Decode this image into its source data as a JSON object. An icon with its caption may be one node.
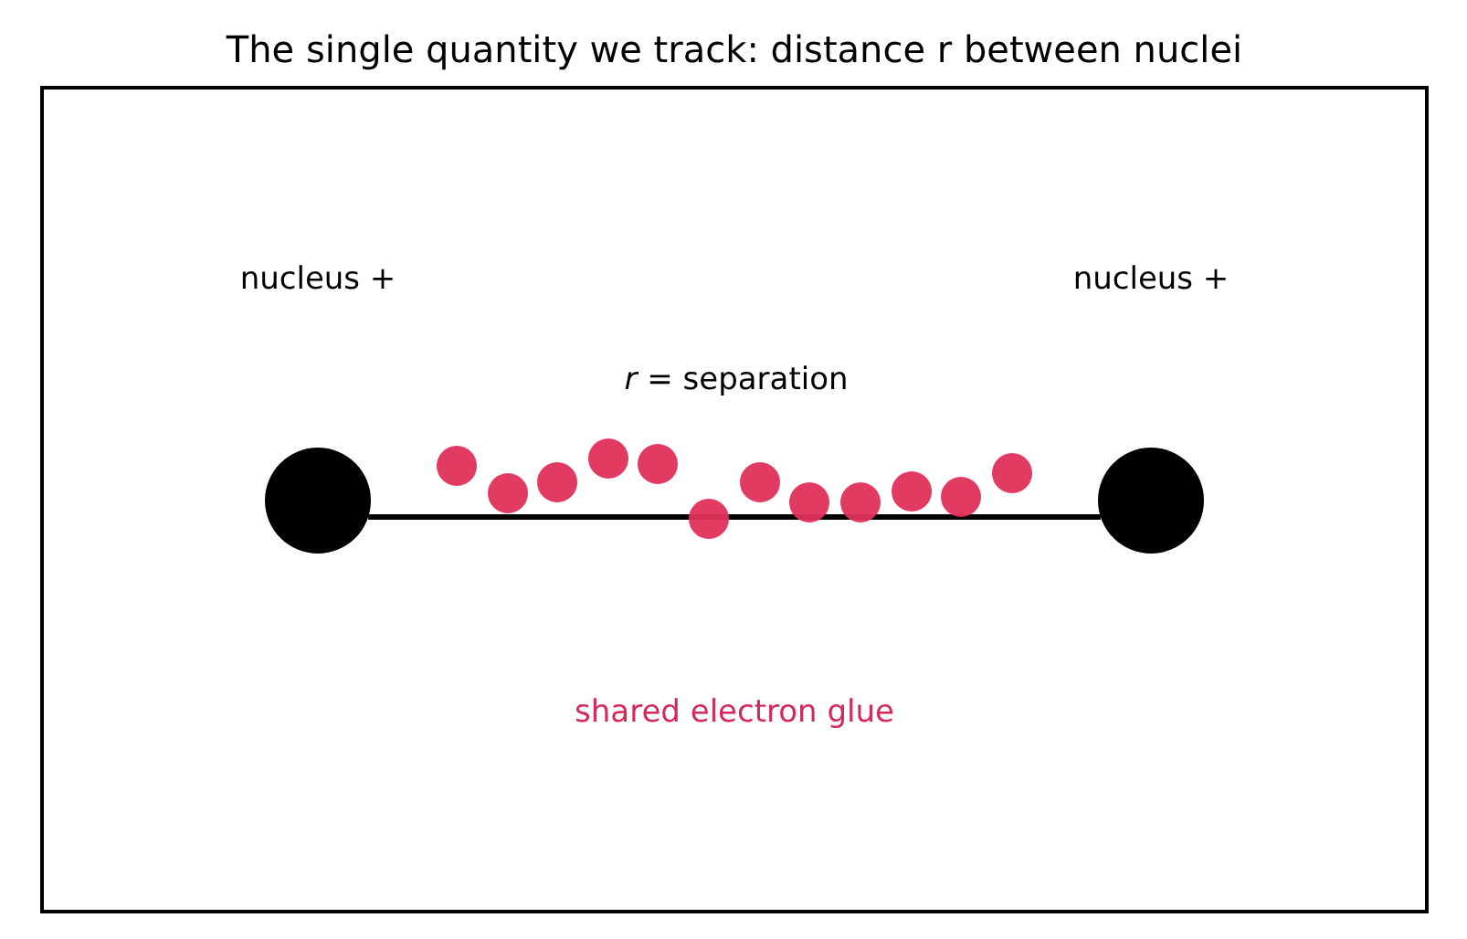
{
  "diagram": {
    "title": "The single quantity we track: distance r between nuclei",
    "nodes": [
      {
        "text": [],
        "shape": "circle"
      },
      {
        "text": [],
        "shape": "circle"
      }
    ],
    "edges": [
      {
        "from": 0,
        "to": 1,
        "arrow": "none",
        "label": "*r* = separation"
      }
    ],
    "labels": [
      "nucleus +",
      "nucleus +",
      "shared electron glue"
    ]
  }
}
